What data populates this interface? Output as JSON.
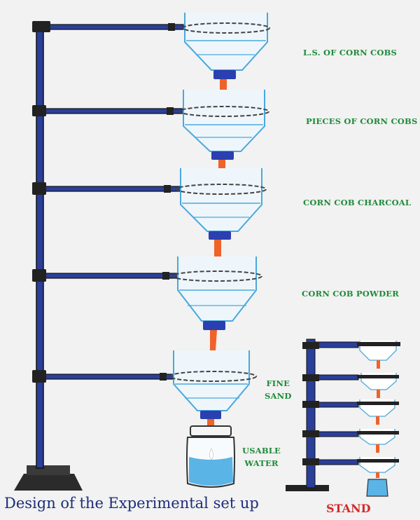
{
  "labels": {
    "stage1": "L.S. OF CORN COBS",
    "stage2": "PIECES OF CORN COBS",
    "stage3": "CORN COB CHARCOAL",
    "stage4": "CORN COB POWDER",
    "stage5_line1": "FINE",
    "stage5_line2": "SAND",
    "jar_line1": "USABLE",
    "jar_line2": "WATER"
  },
  "caption": "Design of the Experimental set up",
  "stand_label": "STAND",
  "colors": {
    "pipe": "#2a3f9a",
    "bottle": "#4aa8dc",
    "cap": "#2a3fb0",
    "flow": "#f0622a",
    "label": "#1f8a3a",
    "caption": "#1d2c7a",
    "stand": "#d22a2a"
  }
}
